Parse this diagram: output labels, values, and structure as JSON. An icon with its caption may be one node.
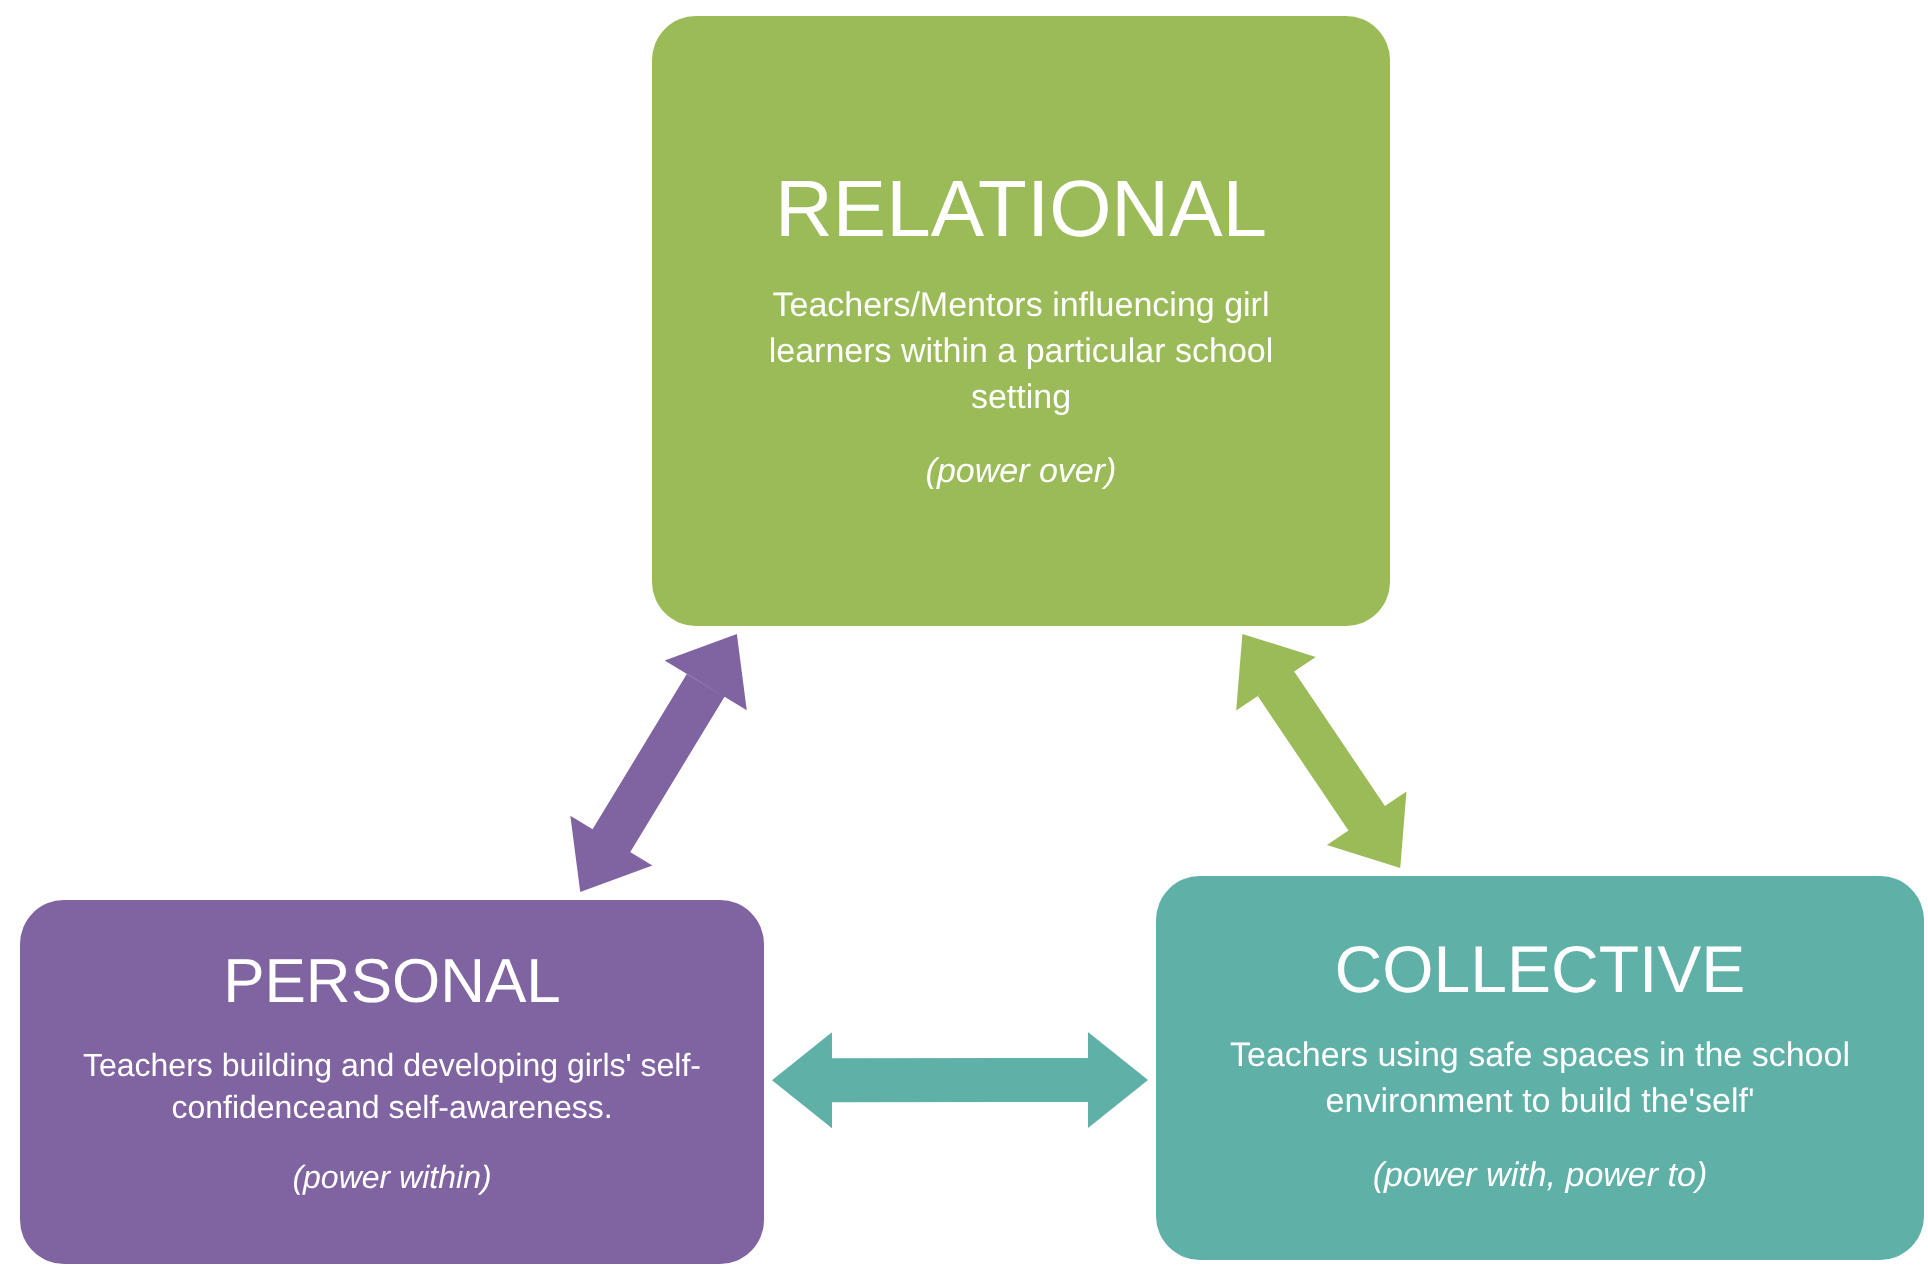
{
  "diagram": {
    "nodes": [
      {
        "text": [
          "RELATIONAL",
          "Teachers/Mentors influencing girl learners within a particular school setting",
          "(power over)"
        ]
      },
      {
        "text": [
          "PERSONAL",
          "Teachers building and developing  girls' self-confidenceand self-awareness.",
          "(power within)"
        ]
      },
      {
        "text": [
          "COLLECTIVE",
          "Teachers using safe spaces in the school environment to  build the'self'",
          "(power with, power to)"
        ]
      }
    ],
    "edges": [
      {
        "from": 0,
        "to": 1,
        "arrow": "both",
        "style": "thick",
        "color": "#8064a2"
      },
      {
        "from": 0,
        "to": 2,
        "arrow": "both",
        "style": "thick",
        "color": "#9bbb59"
      },
      {
        "from": 1,
        "to": 2,
        "arrow": "both",
        "style": "thick",
        "color": "#5fb0a6"
      }
    ]
  }
}
